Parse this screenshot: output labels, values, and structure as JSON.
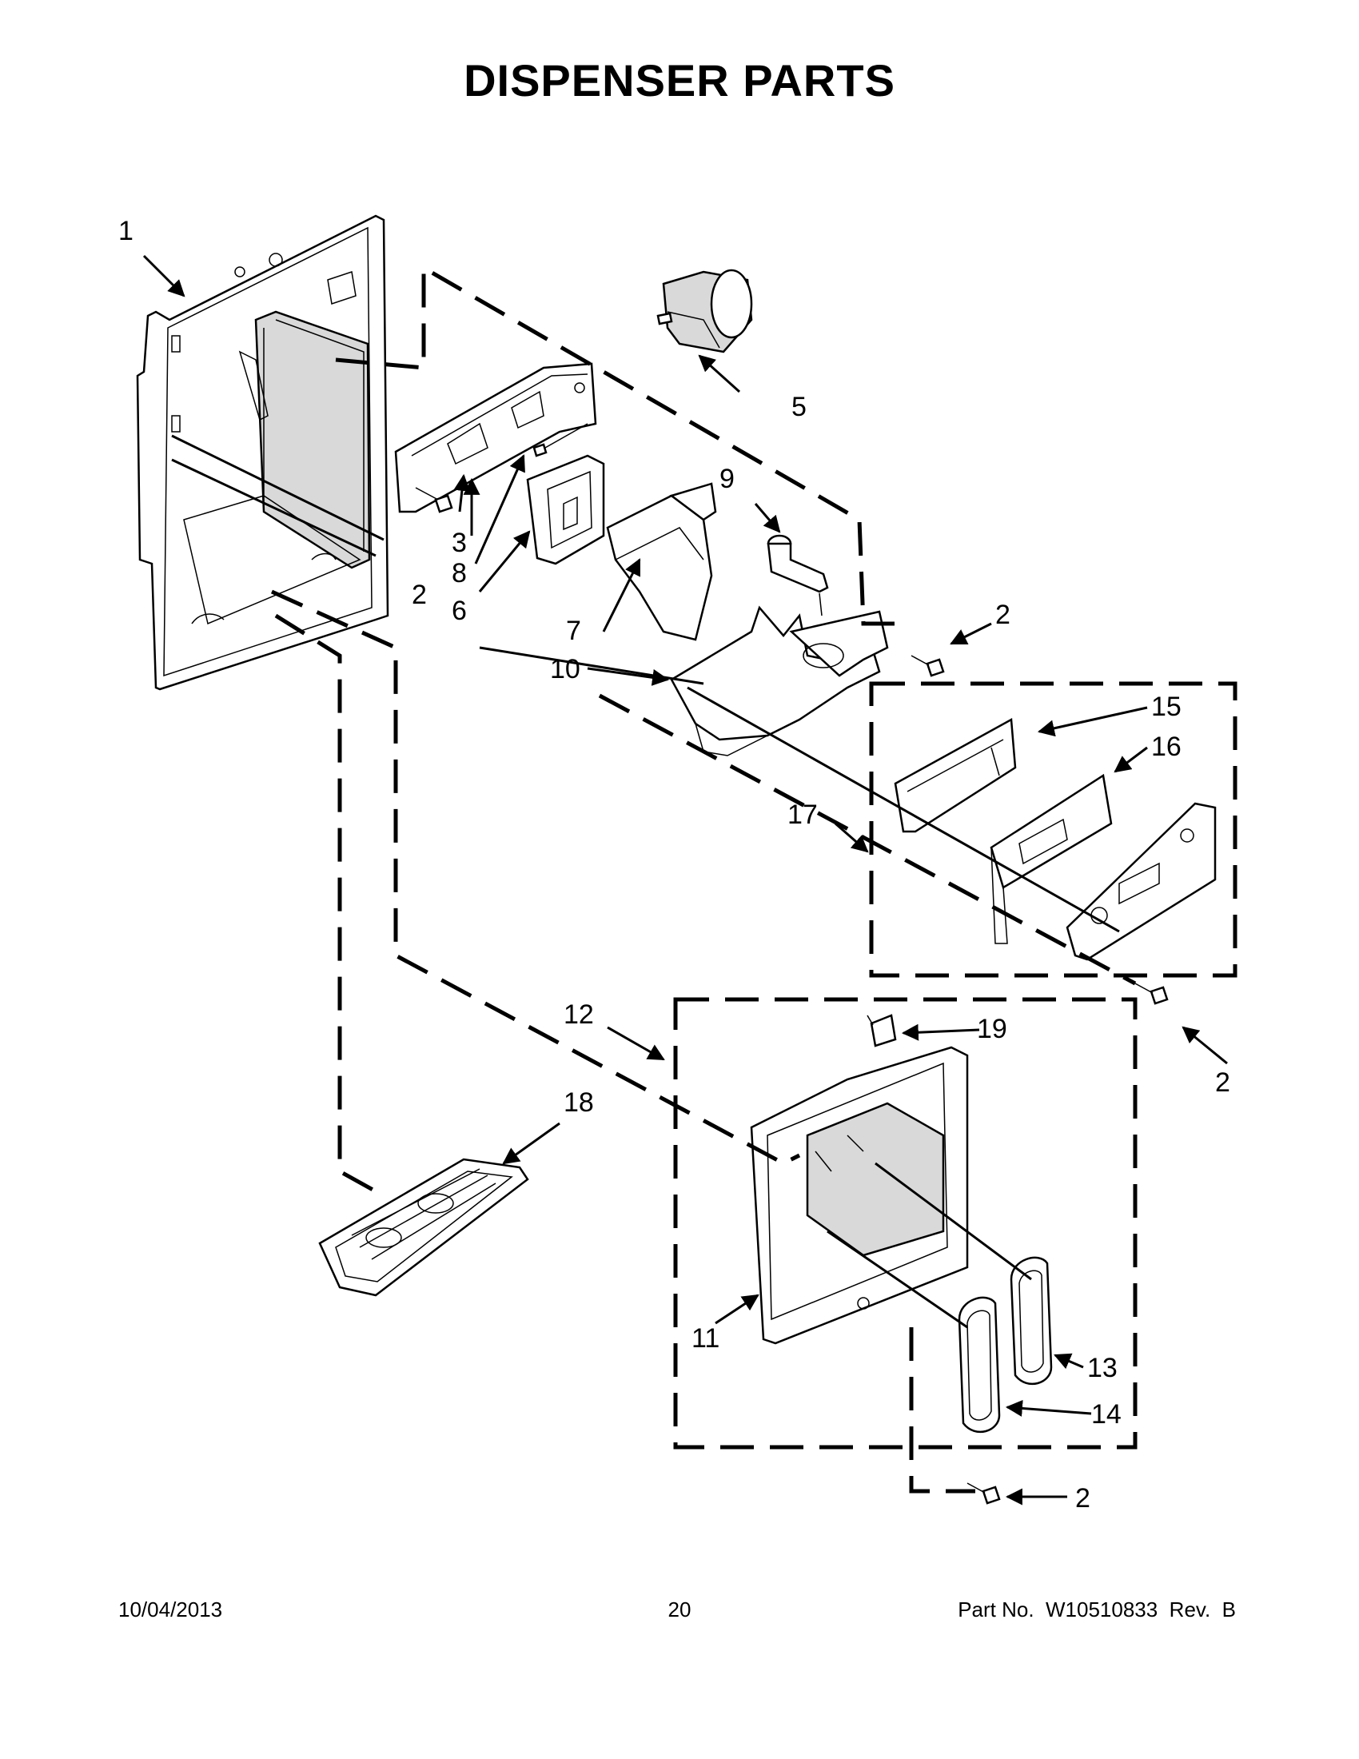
{
  "title": "DISPENSER PARTS",
  "callouts": {
    "c1": "1",
    "c2a": "2",
    "c2b": "2",
    "c2c": "2",
    "c2d": "2",
    "c3": "3",
    "c5": "5",
    "c6": "6",
    "c7": "7",
    "c8": "8",
    "c9": "9",
    "c10": "10",
    "c11": "11",
    "c12": "12",
    "c13": "13",
    "c14": "14",
    "c15": "15",
    "c16": "16",
    "c17": "17",
    "c18": "18",
    "c19": "19"
  },
  "footer": {
    "date": "10/04/2013",
    "page": "20",
    "part": "Part No.  W10510833  Rev.  B"
  }
}
